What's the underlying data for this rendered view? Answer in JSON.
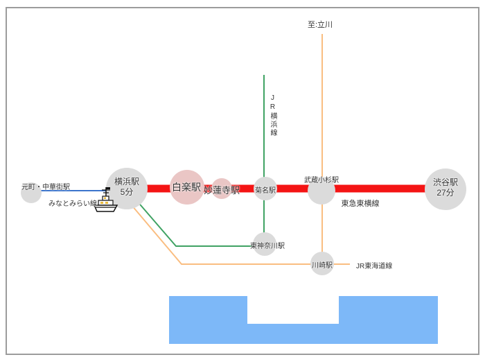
{
  "stations": [
    {
      "id": "motomachi-chukagai",
      "label": "元町・中華街駅"
    },
    {
      "id": "yokohama",
      "label": "横浜駅",
      "time": "5分"
    },
    {
      "id": "hakuraku",
      "label": "白楽駅"
    },
    {
      "id": "myorenji",
      "label": "妙蓮寺駅"
    },
    {
      "id": "kikuna",
      "label": "菊名駅"
    },
    {
      "id": "musashi-kosugi",
      "label": "武蔵小杉駅"
    },
    {
      "id": "shibuya",
      "label": "渋谷駅",
      "time": "27分"
    },
    {
      "id": "higashi-kanagawa",
      "label": "東神奈川駅"
    },
    {
      "id": "kawasaki",
      "label": "川崎駅"
    }
  ],
  "lines": [
    {
      "id": "minatomirai",
      "label": "みなとみらい線",
      "color": "#3b74cc"
    },
    {
      "id": "tokyu-toyoko",
      "label": "東急東横線",
      "color": "#f41414"
    },
    {
      "id": "jr-yokohama",
      "label": "JR横浜線",
      "color": "#3fa263"
    },
    {
      "id": "jr-tokaido",
      "label": "JR東海道線",
      "color": "#fabd80"
    }
  ],
  "annotations": {
    "to_tachikawa": "至:立川"
  },
  "colors": {
    "station_gray": "#dbdbdb",
    "station_pink": "#eac6c5",
    "water_blue": "#7db8f8",
    "toyoko_red": "#f41414",
    "jr_green": "#3fa263",
    "jr_orange": "#fabd80",
    "minatomirai_blue": "#3b74cc"
  }
}
